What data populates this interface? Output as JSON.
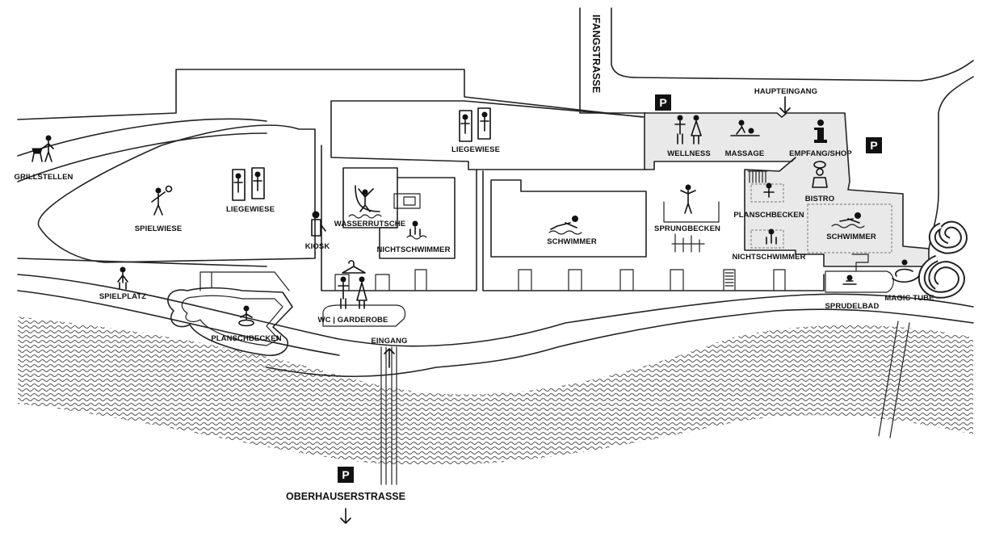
{
  "streets": {
    "top": "IFANGSTRASSE",
    "bottom": "OBERHAUSERSTRASSE"
  },
  "entrances": {
    "main": "HAUPTEINGANG",
    "side": "EINGANG"
  },
  "parking": {
    "symbol": "P"
  },
  "info_symbol": "i",
  "areas": {
    "grillstellen": "GRILLSTELLEN",
    "spielwiese": "SPIELWIESE",
    "liegewiese_west": "LIEGEWIESE",
    "liegewiese_north": "LIEGEWIESE",
    "kiosk": "KIOSK",
    "spielplatz": "SPIELPLATZ",
    "planschbecken_outdoor": "PLANSCHBECKEN",
    "wc_garderobe": "WC | GARDEROBE",
    "wasserrutsche": "WASSERRUTSCHE",
    "nichtschwimmer_outdoor": "NICHTSCHWIMMER",
    "schwimmer_outdoor": "SCHWIMMER",
    "sprungbecken": "SPRUNGBECKEN",
    "wellness": "WELLNESS",
    "massage": "MASSAGE",
    "empfang_shop": "EMPFANG/SHOP",
    "bistro": "BISTRO",
    "planschbecken_indoor": "PLANSCHBECKEN",
    "nichtschwimmer_indoor": "NICHTSCHWIMMER",
    "schwimmer_indoor": "SCHWIMMER",
    "sprudelbad": "SPRUDELBAD",
    "magic_tube": "MAGIC TUBE"
  },
  "icons": {
    "parking": "parking-icon",
    "info": "info-icon",
    "arrow": "arrow-down-icon",
    "swimmer": "swimmer-icon",
    "diver": "diver-icon",
    "grill": "grill-icon",
    "sunbather": "sunbather-icon",
    "tennis": "tennis-player-icon",
    "hanger": "hanger-icon"
  },
  "colors": {
    "indoor_fill": "#e9e9e9",
    "river": "#555555",
    "outline": "#222222"
  }
}
